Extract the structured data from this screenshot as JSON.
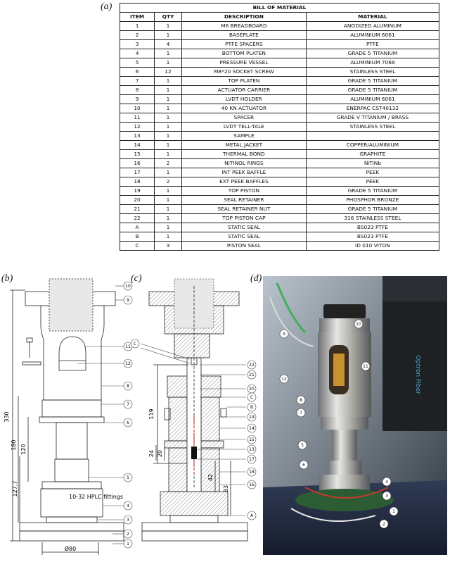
{
  "panels": {
    "a": "(a)",
    "b": "(b)",
    "c": "(c)",
    "d": "(d)"
  },
  "bom": {
    "title": "BILL OF MATERIAL",
    "headers": [
      "ITEM",
      "QTY",
      "DESCRIPTION",
      "MATERIAL"
    ],
    "rows": [
      [
        "1",
        "1",
        "M6 BREADBOARD",
        "ANODIZED ALUMINUM"
      ],
      [
        "2",
        "1",
        "BASEPLATE",
        "ALUMINIUM 6061"
      ],
      [
        "3",
        "4",
        "PTFE SPACERS",
        "PTFE"
      ],
      [
        "4",
        "1",
        "BOTTOM PLATEN",
        "GRADE 5 TITANIUM"
      ],
      [
        "5",
        "1",
        "PRESSURE VESSEL",
        "ALUMINIUM 7068"
      ],
      [
        "6",
        "12",
        "M8*20 SOCKET SCREW",
        "STAINLESS STEEL"
      ],
      [
        "7",
        "1",
        "TOP PLATEN",
        "GRADE 5 TITANIUM"
      ],
      [
        "8",
        "1",
        "ACTUATOR CARRIER",
        "GRADE 5 TITANIUM"
      ],
      [
        "9",
        "1",
        "LVDT HOLDER",
        "ALUMINIUM 6061"
      ],
      [
        "10",
        "1",
        "40 KN ACTUATOR",
        "ENERPAC CST40132"
      ],
      [
        "11",
        "1",
        "SPACER",
        "GRADE V TITANIUM / BRASS"
      ],
      [
        "12",
        "1",
        "LVDT TELL-TALE",
        "STAINLESS STEEL"
      ],
      [
        "13",
        "1",
        "SAMPLE",
        ""
      ],
      [
        "14",
        "1",
        "METAL JACKET",
        "COPPER/ALUMINIUM"
      ],
      [
        "15",
        "1",
        "THERMAL BOND",
        "GRAPHITE"
      ],
      [
        "16",
        "2",
        "NITINOL RINGS",
        "NiTiNb"
      ],
      [
        "17",
        "1",
        "INT PEEK BAFFLE",
        "PEEK"
      ],
      [
        "18",
        "2",
        "EXT PEEK BAFFLES",
        "PEEK"
      ],
      [
        "19",
        "1",
        "TOP PISTON",
        "GRADE 5 TITANIUM"
      ],
      [
        "20",
        "1",
        "SEAL RETAINER",
        "PHOSPHOR BRONZE"
      ],
      [
        "21",
        "1",
        "SEAL RETAINER NUT",
        "GRADE 5 TITANIUM"
      ],
      [
        "22",
        "1",
        "TOP PISTON CAP",
        "316 STAINLESS STEEL"
      ],
      [
        "A",
        "1",
        "STATIC SEAL",
        "BS023 PTFE"
      ],
      [
        "B",
        "1",
        "STATIC SEAL",
        "BS023 PTFE"
      ],
      [
        "C",
        "3",
        "PISTON SEAL",
        "ID 010 VITON"
      ]
    ]
  },
  "drawing_b": {
    "dims": [
      "330",
      "180",
      "120",
      "127.7",
      "Ø80"
    ],
    "balloons": [
      "10",
      "9",
      "11",
      "12",
      "8",
      "7",
      "6",
      "5",
      "4",
      "3",
      "2",
      "1"
    ],
    "note": "10-32 HPLC fittings"
  },
  "drawing_c": {
    "dims": [
      "119",
      "24",
      "20",
      "42",
      "83"
    ],
    "balloons": [
      "22",
      "21",
      "20",
      "C",
      "B",
      "19",
      "14",
      "15",
      "13",
      "17",
      "18",
      "16",
      "A"
    ],
    "pointer_label": "C"
  },
  "photo_d": {
    "balloons": [
      "10",
      "9",
      "11",
      "12",
      "8",
      "7",
      "5",
      "6",
      "4",
      "3",
      "1",
      "2"
    ],
    "device_text": "Optron Fiber"
  }
}
